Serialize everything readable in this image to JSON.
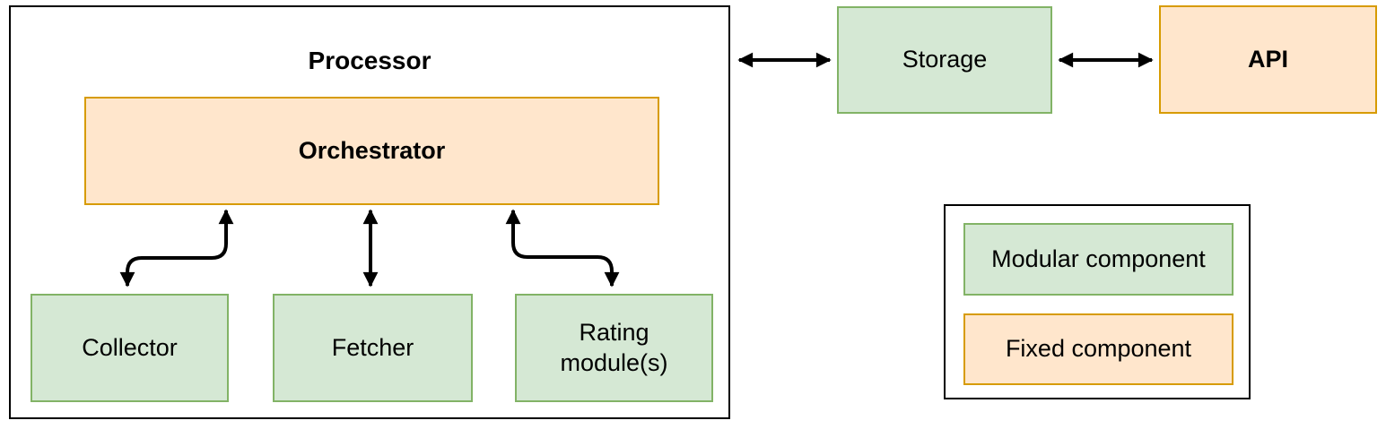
{
  "colors": {
    "modular_fill": "#d5e8d4",
    "modular_border": "#82b366",
    "fixed_fill": "#ffe6cc",
    "fixed_border": "#d79b00",
    "container_border": "#000000",
    "arrow": "#000000"
  },
  "processor": {
    "title": "Processor"
  },
  "nodes": {
    "orchestrator": "Orchestrator",
    "collector": "Collector",
    "fetcher": "Fetcher",
    "rating": "Rating module(s)",
    "storage": "Storage",
    "api": "API"
  },
  "legend": {
    "modular": "Modular component",
    "fixed": "Fixed component"
  }
}
